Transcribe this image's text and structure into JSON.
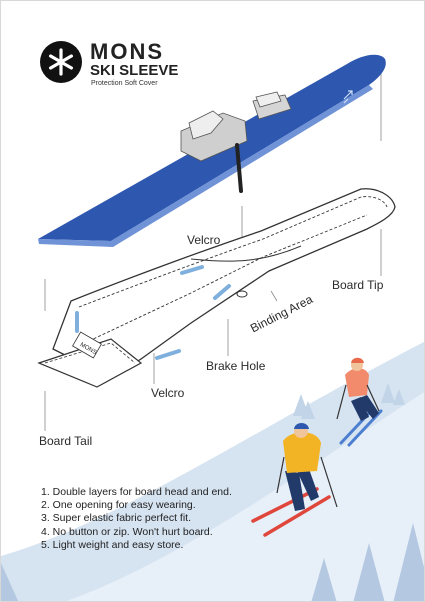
{
  "brand": {
    "name": "MONS",
    "product": "SKI SLEEVE",
    "tagline": "Protection Soft Cover",
    "logo_icon": "snowflake-asterisk-icon"
  },
  "labels": {
    "velcro_top": "Velcro",
    "board_tip": "Board Tip",
    "binding_area": "Binding Area",
    "brake_hole": "Brake Hole",
    "velcro_bottom": "Velcro",
    "board_tail": "Board Tail",
    "sleeve_tag": "MONS"
  },
  "features": [
    "1. Double layers for board head and end.",
    "2. One opening for easy wearing.",
    "3. Super elastic fabric perfect fit.",
    "4. No button or zip. Won't hurt board.",
    "5. Light weight and easy store."
  ],
  "colors": {
    "ski_blue": "#2e57b0",
    "velcro_blue": "#7fb0dd",
    "snow": "#d6e3f1",
    "jacket_yellow": "#f2b424",
    "jacket_salmon": "#f28a6c",
    "ski_red": "#e0473c",
    "ski_blue_small": "#4c7fd0"
  }
}
